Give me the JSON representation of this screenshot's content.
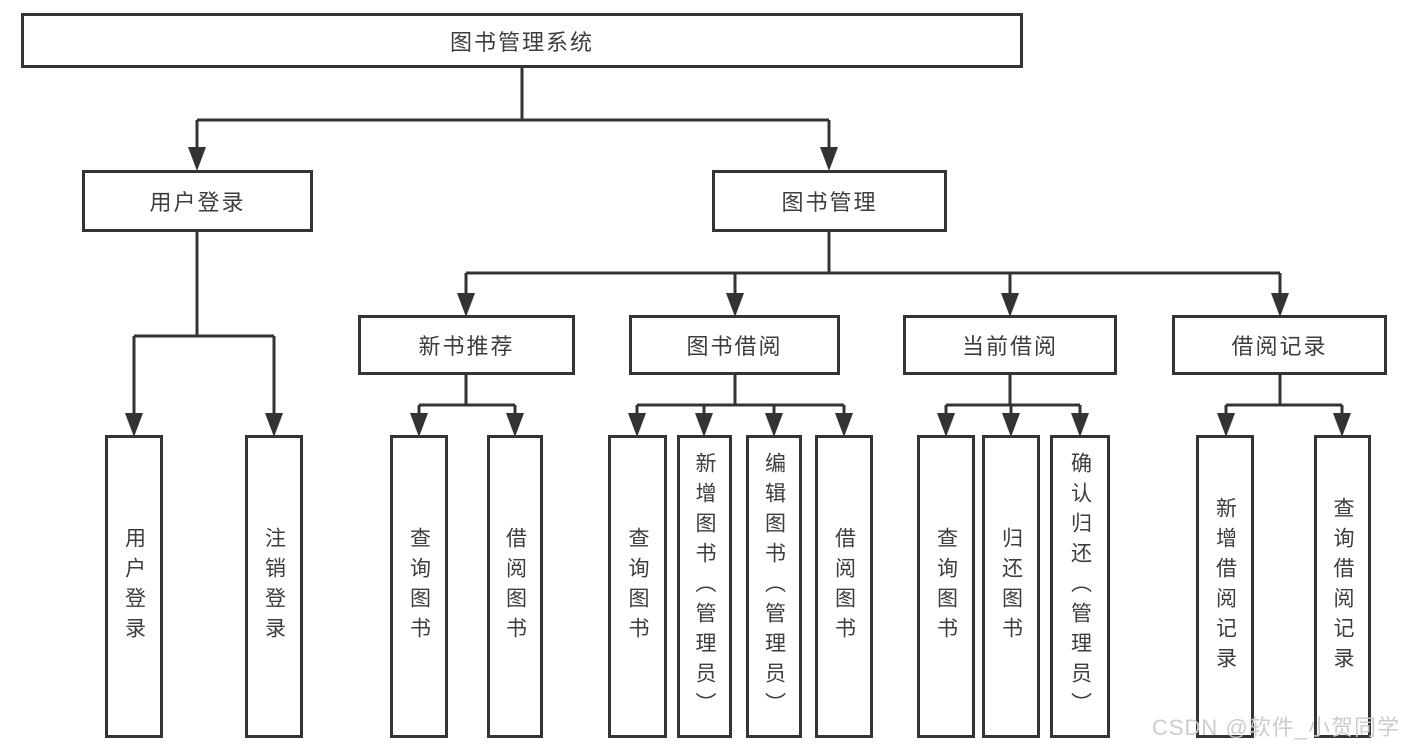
{
  "diagram": {
    "title": "图书管理系统",
    "watermark": "CSDN @软件_小贺同学",
    "line_color": "#333333",
    "box_border_color": "#343434",
    "box_fill_color": "#ffffff",
    "text_color": "#3d3d3d",
    "watermark_color": "#c9c9c9"
  },
  "nodes": {
    "root": {
      "label": "图书管理系统"
    },
    "user_login": {
      "label": "用户登录"
    },
    "book_management": {
      "label": "图书管理"
    },
    "new_book_recommend": {
      "label": "新书推荐"
    },
    "book_borrow": {
      "label": "图书借阅"
    },
    "current_borrow": {
      "label": "当前借阅"
    },
    "borrow_records": {
      "label": "借阅记录"
    },
    "leaf_user_login": {
      "label": "用户登录"
    },
    "leaf_logout": {
      "label": "注销登录"
    },
    "leaf_rec_query_books": {
      "label": "查询图书"
    },
    "leaf_rec_borrow_books": {
      "label": "借阅图书"
    },
    "leaf_bor_query_books": {
      "label": "查询图书"
    },
    "leaf_bor_add_books": {
      "label": "新增图书（管理员）"
    },
    "leaf_bor_edit_books": {
      "label": "编辑图书（管理员）"
    },
    "leaf_bor_borrow_books": {
      "label": "借阅图书"
    },
    "leaf_cur_query_books": {
      "label": "查询图书"
    },
    "leaf_cur_return_books": {
      "label": "归还图书"
    },
    "leaf_cur_confirm_return": {
      "label": "确认归还（管理员）"
    },
    "leaf_records_add_record": {
      "label": "新增借阅记录"
    },
    "leaf_records_query_record": {
      "label": "查询借阅记录"
    }
  }
}
